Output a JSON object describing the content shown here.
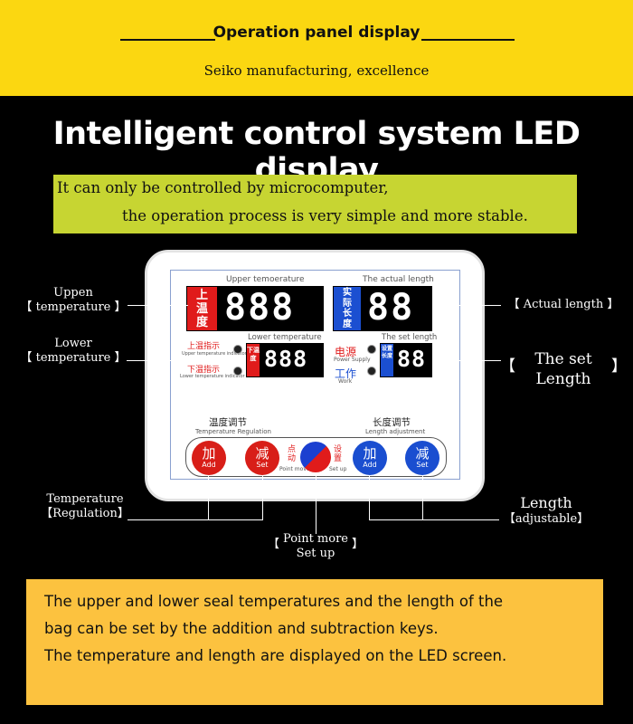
{
  "header": {
    "title": "Operation panel display",
    "subtitle": "Seiko manufacturing, excellence"
  },
  "main_title": "Intelligent control system LED display",
  "intro": {
    "line1": "It can only be controlled by microcomputer,",
    "line2": "the operation process is very simple and more stable."
  },
  "panel": {
    "upper_temp_label": "Upper temoerature",
    "actual_length_label": "The actual length",
    "upper_temp_tag": [
      "上",
      "温",
      "度"
    ],
    "actual_length_tag": [
      "实",
      "际",
      "长",
      "度"
    ],
    "upper_temp_value": "888",
    "actual_length_value": "88",
    "upper_indicator_cn": "上温指示",
    "upper_indicator_en": "Upper temperature indicator",
    "lower_indicator_cn": "下温指示",
    "lower_indicator_en": "Lower temperature indicator",
    "lower_temp_label": "Lower temperature",
    "lower_temp_tag": "下温度",
    "lower_temp_value": "888",
    "power_cn": "电源",
    "power_en": "Power Supply",
    "work_cn": "工作",
    "work_en": "Work",
    "set_length_label": "The set length",
    "set_length_tag": "设置长度",
    "set_length_value": "88",
    "temp_reg_cn": "温度调节",
    "temp_reg_en": "Temperature Regulation",
    "length_adj_cn": "长度调节",
    "length_adj_en": "Length adjustment",
    "buttons": {
      "add_temp_cn": "加",
      "add_temp_en": "Add",
      "sub_temp_cn": "减",
      "sub_temp_en": "Set",
      "point_move_cn": "点\n动",
      "point_move_en": "Point move",
      "set_up_cn": "设\n置",
      "set_up_en": "Set up",
      "add_len_cn": "加",
      "add_len_en": "Add",
      "sub_len_cn": "减",
      "sub_len_en": "Set"
    }
  },
  "callouts": {
    "upper_temp": [
      "Uppen",
      "temperature"
    ],
    "lower_temp": [
      "Lower",
      "temperature"
    ],
    "actual_length": "Actual length",
    "set_length": [
      "The set",
      "Length"
    ],
    "temp_regulation": [
      "Temperature",
      "Regulation"
    ],
    "point_more": [
      "Point more",
      "Set up"
    ],
    "length_adjustable": [
      "Length",
      "adjustable"
    ]
  },
  "bottom": {
    "line1": "The upper and lower seal temperatures and the length of the",
    "line2": "bag can be set by the addition and subtraction keys.",
    "line3": "The temperature and length are displayed on the LED screen."
  },
  "colors": {
    "yellow": "#fbd711",
    "lime": "#c7d532",
    "orange": "#fcc23f",
    "red": "#e01b1b",
    "blue": "#1b4fd1"
  }
}
